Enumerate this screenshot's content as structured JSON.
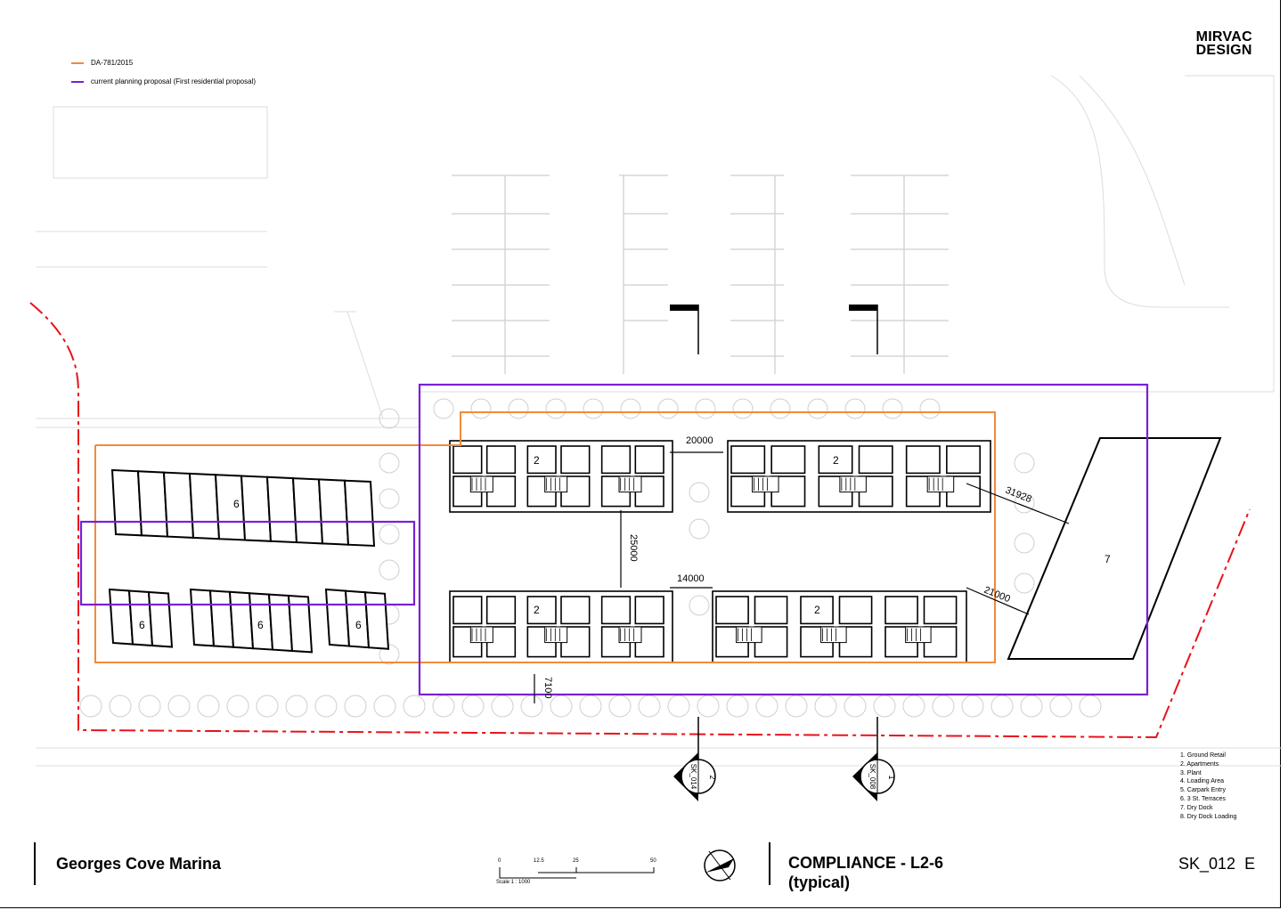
{
  "brand": {
    "line1": "MIRVAC",
    "line2": "DESIGN"
  },
  "legend": [
    {
      "label": "DA-781/2015",
      "color": "#f28a3a"
    },
    {
      "label": "current planning proposal (First residential proposal)",
      "color": "#7a1fd6"
    }
  ],
  "boundary_color": "#e8121b",
  "plan_labels": {
    "townhouse_blocks": [
      "6",
      "6",
      "6",
      "6"
    ],
    "apartment_blocks": [
      "2",
      "2",
      "2",
      "2"
    ],
    "dry_dock": "7"
  },
  "dimensions": {
    "gap_top": "20000",
    "gap_vertical": "25000",
    "gap_middle": "14000",
    "diag_upper": "31928",
    "diag_lower": "21000",
    "setback": "7100"
  },
  "section_markers": [
    {
      "number": "2",
      "sheet": "SK_014"
    },
    {
      "number": "1",
      "sheet": "SK_008"
    }
  ],
  "key": [
    "1. Ground Retail",
    "2. Apartments",
    "3. Plant",
    "4. Loading Area",
    "5. Carpark Entry",
    "6. 3 St. Terraces",
    "7. Dry Dock",
    "8. Dry Dock Loading"
  ],
  "title_block": {
    "project": "Georges Cove Marina",
    "sheet_title_line1": "COMPLIANCE - L2-6",
    "sheet_title_line2": "(typical)",
    "sheet_number": "SK_012",
    "revision": "E",
    "scale_label": "Scale 1 : 1000",
    "scale_ticks": [
      "0",
      "12.5",
      "25",
      "50"
    ]
  }
}
